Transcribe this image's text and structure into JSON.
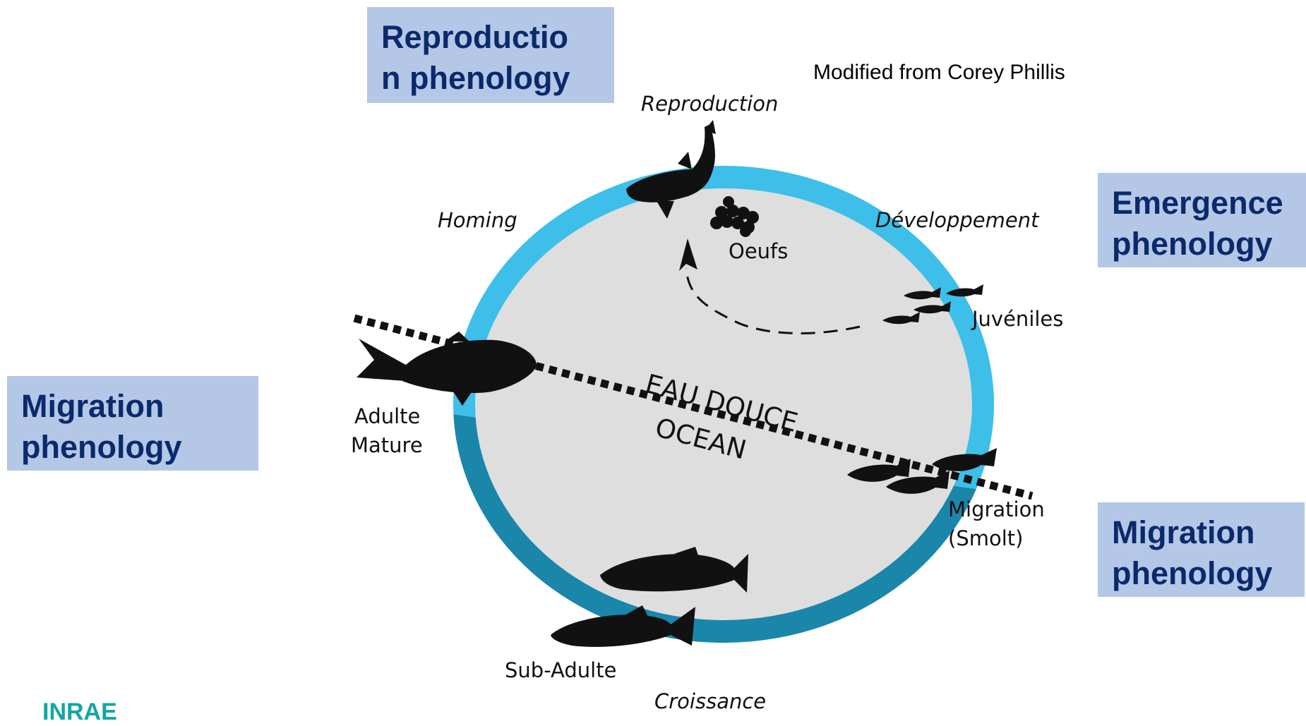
{
  "boxes": {
    "reproduction": "Reproductio\nn phenology",
    "emergence": "Emergence\nphenology",
    "migration_left": "Migration\nphenology",
    "migration_right": "Migration\nphenology"
  },
  "credit": "Modified from Corey Phillis",
  "cycle": {
    "reproduction": "Reproduction",
    "homing": "Homing",
    "developpement": "Développement",
    "oeufs": "Oeufs",
    "juveniles": "Juvéniles",
    "eau_douce": "EAU DOUCE",
    "ocean": "OCEAN",
    "adulte": "Adulte",
    "mature": "Mature",
    "migration": "Migration",
    "smolt": "(Smolt)",
    "sub_adulte": "Sub-Adulte",
    "croissance": "Croissance"
  },
  "logo": "INRAE",
  "colors": {
    "freshwater_ring": "#3dbfea",
    "ocean_ring": "#1a86aa",
    "inner_disc": "#dedede",
    "box_bg": "#b4c7e7",
    "box_text": "#0b2a6b"
  }
}
